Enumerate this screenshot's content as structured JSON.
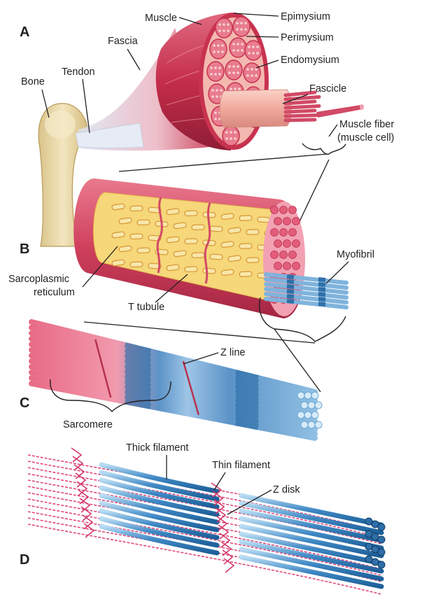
{
  "panels": {
    "a": "A",
    "b": "B",
    "c": "C",
    "d": "D"
  },
  "labels": {
    "muscle": "Muscle",
    "epimysium": "Epimysium",
    "fascia": "Fascia",
    "perimysium": "Perimysium",
    "endomysium": "Endomysium",
    "bone": "Bone",
    "tendon": "Tendon",
    "fascicle": "Fascicle",
    "muscle_fiber_line1": "Muscle fiber",
    "muscle_fiber_line2": "(muscle cell)",
    "myofibril": "Myofibril",
    "sarcoplasmic_line1": "Sarcoplasmic",
    "sarcoplasmic_line2": "reticulum",
    "t_tubule": "T tubule",
    "z_line": "Z line",
    "sarcomere": "Sarcomere",
    "thick_filament": "Thick filament",
    "thin_filament": "Thin filament",
    "z_disk": "Z disk"
  },
  "colors": {
    "muscle_red": "#c8334f",
    "muscle_pink": "#e87c8e",
    "fascicle_light": "#f3b8b0",
    "bone": "#e8d7a6",
    "sarcoplasm_yellow": "#f6d77a",
    "myofibril_blue": "#6fa8d4",
    "filament_pink": "#e0477a",
    "tendon_white": "#dfe4f0"
  }
}
